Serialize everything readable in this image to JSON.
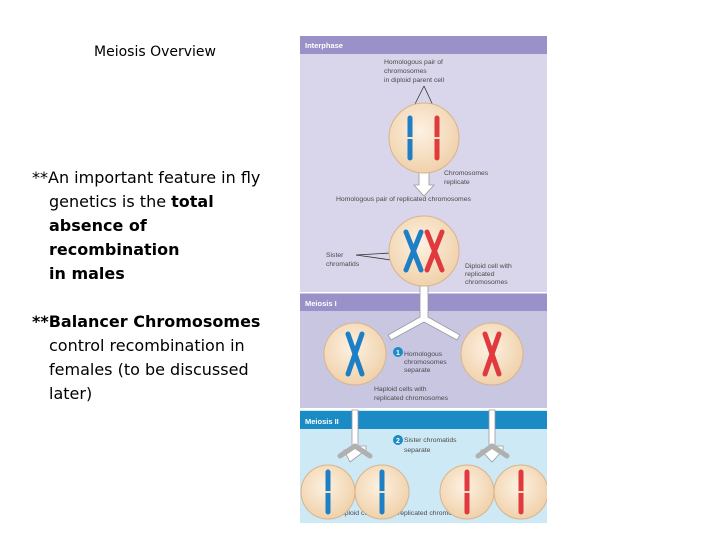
{
  "title": "Meiosis Overview",
  "notes": {
    "p1_prefix": "**An important feature in fly",
    "p1_line2_plain": "genetics is the ",
    "p1_line2_bold": "total",
    "p1_line3": "absence of recombination",
    "p1_line4": "in males",
    "p2_line1": "**Balancer Chromosomes",
    "p2_line2": "control recombination in",
    "p2_line3": "females (to be discussed",
    "p2_line4": "later)"
  },
  "figure": {
    "colors": {
      "interphase_bg": "#d9d5ea",
      "meiosis1_bg": "#c9c6e2",
      "meiosis2_bg": "#cde9f5",
      "header_purple": "#9a91c8",
      "header_blue": "#1b8bc6",
      "cell": "#f3d9b8",
      "chrom_blue": "#1e7fc4",
      "chrom_red": "#e0393e"
    },
    "interphase_label": "Interphase",
    "meiosis1_label": "Meiosis I",
    "meiosis2_label": "Meiosis II",
    "homologous_pair_l1": "Homologous pair of",
    "homologous_pair_l2": "chromosomes",
    "homologous_pair_l3": "in diploid parent cell",
    "chromosomes_replicate_l1": "Chromosomes",
    "chromosomes_replicate_l2": "replicate",
    "replicated_pair": "Homologous pair of replicated chromosomes",
    "sister_l1": "Sister",
    "sister_l2": "chromatids",
    "diploid_l1": "Diploid cell with",
    "diploid_l2": "replicated",
    "diploid_l3": "chromosomes",
    "step1_num": "1",
    "step1_l1": "Homologous",
    "step1_l2": "chromosomes",
    "step1_l3": "separate",
    "haploid_rep_l1": "Haploid cells with",
    "haploid_rep_l2": "replicated chromosomes",
    "step2_num": "2",
    "step2_l1": "Sister chromatids",
    "step2_l2": "separate",
    "haploid_unrep": "Haploid cells with unreplicated chromosomes"
  }
}
